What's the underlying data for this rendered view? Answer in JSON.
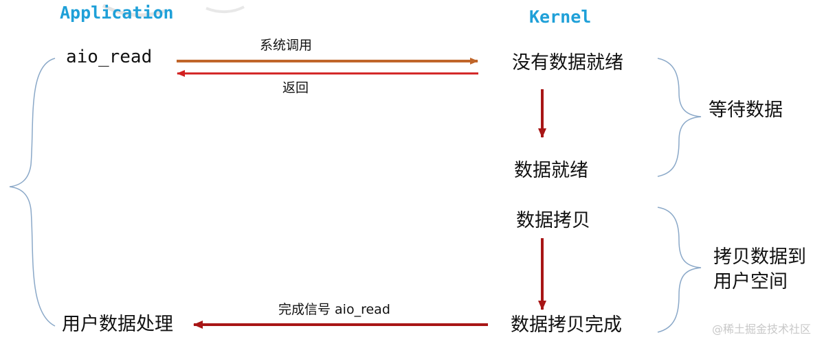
{
  "headers": {
    "application": "Application",
    "kernel": "Kernel"
  },
  "application": {
    "call": "aio_read",
    "handle": "用户数据处理"
  },
  "kernel": {
    "no_data": "没有数据就绪",
    "data_ready": "数据就绪",
    "copy_data": "数据拷贝",
    "copy_done": "数据拷贝完成"
  },
  "arrows": {
    "syscall": "系统调用",
    "return": "返回",
    "signal": "完成信号 aio_read"
  },
  "phases": {
    "wait_data": "等待数据",
    "copy_line1": "拷贝数据到",
    "copy_line2": "用户空间"
  },
  "watermark": "@稀土掘金技术社区",
  "colors": {
    "heading": "#1fa0d8",
    "arrow_orange": "#c0662a",
    "arrow_red": "#d22020",
    "arrow_darkred": "#a81616",
    "brace": "#8aa8c8"
  }
}
